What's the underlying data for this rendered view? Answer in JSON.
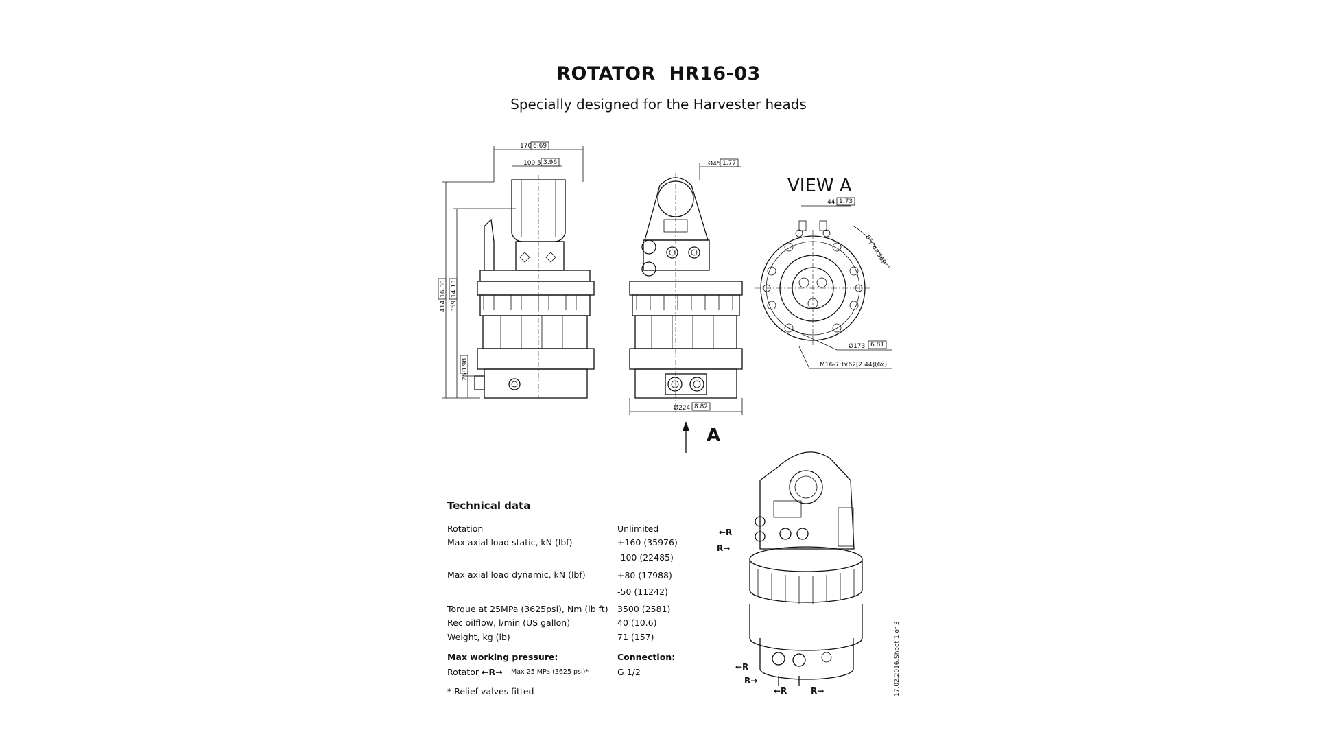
{
  "title": "ROTATOR  HR16-03",
  "subtitle": "Specially designed for the Harvester heads",
  "view_a_label": "VIEW A",
  "arrow_label": "A",
  "dims": {
    "w170": "170",
    "w170_in": "6.69",
    "w100": "100.5",
    "w100_in": "3.96",
    "h414": "414",
    "h414_in": "16.30",
    "h359": "359",
    "h359_in": "14.13",
    "h25": "25",
    "h25_in": "0.98",
    "d45": "Ø45",
    "d45_in": "1.77",
    "d224": "Ø224",
    "d224_in": "8.82",
    "w44": "44",
    "w44_in": "1.73",
    "angle": "6°/\"6×360°\"",
    "d173": "Ø173",
    "d173_in": "6.81",
    "thread": "M16-7H⊽62[2.44](6x)"
  },
  "technical": {
    "heading": "Technical data",
    "rows": [
      {
        "label": "Rotation",
        "value": "Unlimited"
      },
      {
        "label": "Max axial load static, kN (lbf)",
        "value": "+160 (35976)"
      },
      {
        "label": "",
        "value": "-100 (22485)"
      },
      {
        "label": "Max axial load dynamic, kN (lbf)",
        "value": "+80 (17988)"
      },
      {
        "label": "",
        "value": "-50 (11242)"
      },
      {
        "label": "Torque at 25MPa (3625psi), Nm (lb ft)",
        "value": "3500 (2581)"
      },
      {
        "label": "Rec oilflow, l/min (US gallon)",
        "value": "40 (10.6)"
      },
      {
        "label": "Weight, kg (lb)",
        "value": "71 (157)"
      }
    ],
    "pressure_heading": "Max working pressure:",
    "connection_heading": "Connection:",
    "rotator_label": "Rotator",
    "rotator_symbol": "←R→",
    "rotator_pressure": "Max 25 MPa (3625 psi)*",
    "connection_value": "G 1/2",
    "footnote": "* Relief valves fitted"
  },
  "port_labels": {
    "left": "←R",
    "right": "R→"
  },
  "sheet": "Sheet 1 of 3",
  "date": "17.02.2016."
}
